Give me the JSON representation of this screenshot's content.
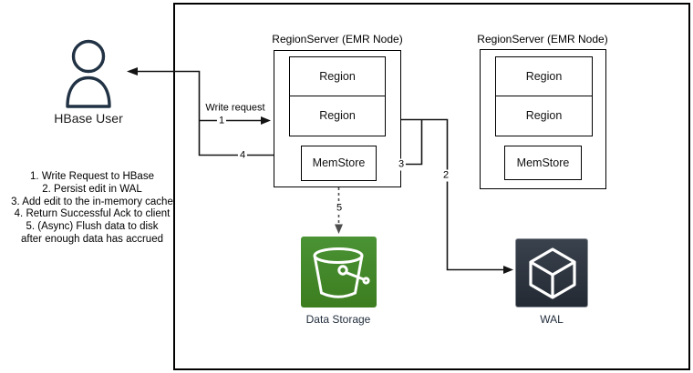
{
  "diagram": {
    "user": {
      "label": "HBase User"
    },
    "steps": [
      "1. Write Request to HBase",
      "2. Persist edit in WAL",
      "3. Add edit to the in-memory cache",
      "4. Return Successful Ack to client",
      "5. (Async) Flush data to disk",
      "after enough data has accrued"
    ],
    "region_servers": [
      {
        "title": "RegionServer (EMR Node)",
        "regions": [
          "Region",
          "Region"
        ],
        "memstore": "MemStore"
      },
      {
        "title": "RegionServer (EMR Node)",
        "regions": [
          "Region",
          "Region"
        ],
        "memstore": "MemStore"
      }
    ],
    "storage": {
      "label": "Data Storage"
    },
    "wal": {
      "label": "WAL"
    },
    "edges": {
      "write_request": "Write request",
      "n1": "1",
      "n2": "2",
      "n3": "3",
      "n4": "4",
      "n5": "5"
    },
    "colors": {
      "storage_green": "#3F8624",
      "wal_dark": "#2A313B",
      "user_navy": "#213244",
      "line_black": "#141414"
    }
  }
}
